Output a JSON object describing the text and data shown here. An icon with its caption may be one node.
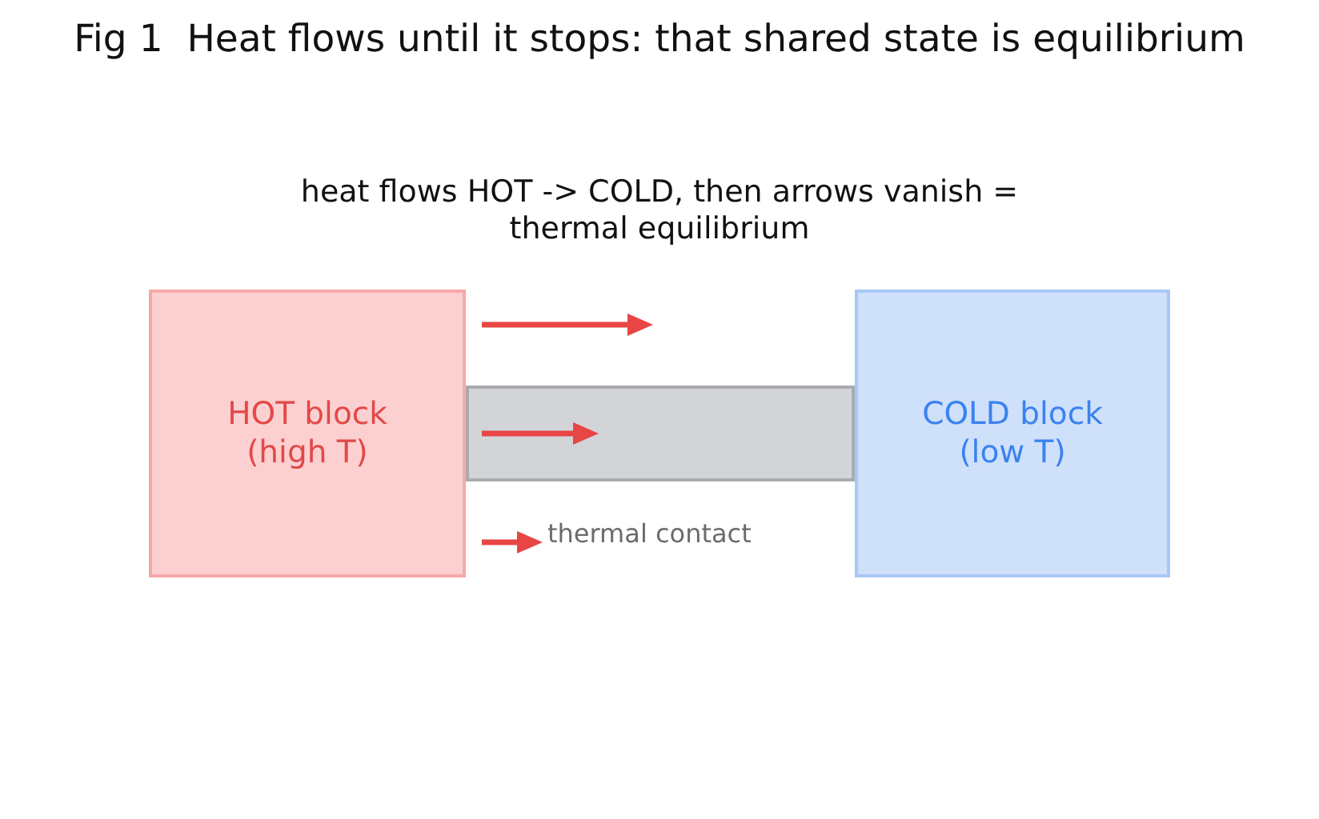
{
  "diagram": {
    "title": "Fig 1  Heat flows until it stops: that shared state is equilibrium",
    "nodes": [
      {
        "text": [
          "HOT block (high T)"
        ]
      },
      {
        "text": [],
        "shape": "bar",
        "beside": [
          "thermal contact"
        ]
      },
      {
        "text": [
          "COLD block (low T)"
        ]
      }
    ],
    "labels": [
      "heat flows HOT -> COLD, then arrows vanish = thermal equilibrium"
    ]
  }
}
